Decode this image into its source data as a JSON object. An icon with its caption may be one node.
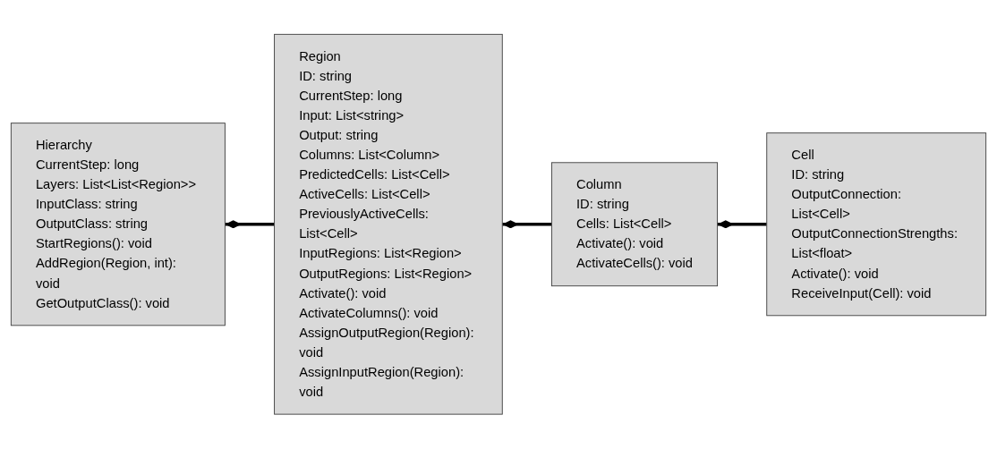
{
  "diagram": {
    "nodes": [
      {
        "text": [
          "Hierarchy",
          "CurrentStep: long",
          "Layers: List<List<Region>>",
          "InputClass: string",
          "OutputClass: string",
          "StartRegions(): void",
          "AddRegion(Region, int): void",
          "GetOutputClass(): void"
        ]
      },
      {
        "text": [
          "Region",
          "ID: string",
          "CurrentStep: long",
          "Input: List<string>",
          "Output: string",
          "Columns: List<Column>",
          "PredictedCells: List<Cell>",
          "ActiveCells: List<Cell>",
          "PreviouslyActiveCells: List<Cell>",
          "InputRegions: List<Region>",
          "OutputRegions: List<Region>",
          "Activate(): void",
          "ActivateColumns(): void",
          "AssignOutputRegion(Region): void",
          "AssignInputRegion(Region): void"
        ]
      },
      {
        "text": [
          "Column",
          "ID: string",
          "Cells: List<Cell>",
          "Activate(): void",
          "ActivateCells(): void"
        ]
      },
      {
        "text": [
          "Cell",
          "ID: string",
          "OutputConnection: List<Cell>",
          "OutputConnectionStrengths: List<float>",
          "Activate(): void",
          "ReceiveInput(Cell): void"
        ]
      }
    ],
    "edges": [
      {
        "from": 0,
        "to": 1,
        "arrow": "other"
      },
      {
        "from": 1,
        "to": 2,
        "arrow": "other"
      },
      {
        "from": 2,
        "to": 3,
        "arrow": "other"
      }
    ]
  }
}
